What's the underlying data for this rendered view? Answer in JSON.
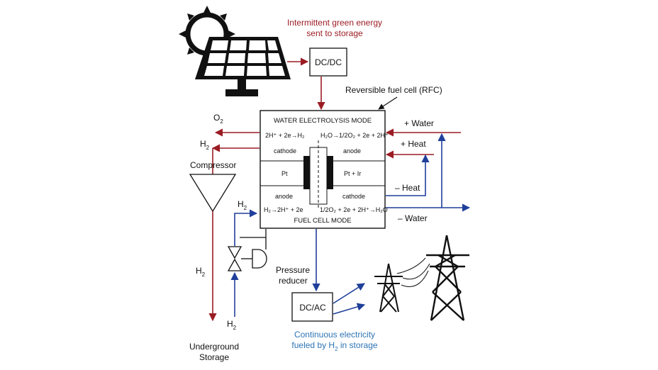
{
  "annotations": {
    "intermittent_line1": "Intermittent green energy",
    "intermittent_line2": "sent to storage",
    "dcdc": "DC/DC",
    "rfc": "Reversible fuel cell (RFC)",
    "o2": "O",
    "o2_sub": "2",
    "h2_top": "H",
    "h2_top_sub": "2",
    "compressor": "Compressor",
    "h2_valve": "H",
    "h2_valve_sub": "2",
    "h2_left": "H",
    "h2_left_sub": "2",
    "h2_bottom": "H",
    "h2_bottom_sub": "2",
    "underground_line1": "Underground",
    "underground_line2": "Storage",
    "pressure_line1": "Pressure",
    "pressure_line2": "reducer",
    "dcac": "DC/AC",
    "continuous_line1": "Continuous electricity",
    "continuous_line2": "fueled by H",
    "continuous_sub": "2",
    "continuous_tail": " in storage",
    "plus_water": "+ Water",
    "plus_heat": "+ Heat",
    "minus_heat": "– Heat",
    "minus_water": "– Water"
  },
  "cell": {
    "top_title": "WATER ELECTROLYSIS MODE",
    "bottom_title": "FUEL CELL MODE",
    "rxn_top_left": "2H⁺ + 2e→H₂",
    "rxn_top_right": "H₂O→1/2O₂ + 2e + 2H⁺",
    "top_left_label": "cathode",
    "top_right_label": "anode",
    "mid_left": "Pt",
    "mid_right": "Pt + Ir",
    "bottom_left_label": "anode",
    "bottom_right_label": "cathode",
    "rxn_bottom_left": "H₂→2H⁺ + 2e",
    "rxn_bottom_right": "1/2O₂ + 2e + 2H⁺→H₂O"
  },
  "colors": {
    "red": "#9b1c24",
    "blue": "#1f3f9a",
    "teal_text": "#2e74b5",
    "black": "#111111"
  }
}
